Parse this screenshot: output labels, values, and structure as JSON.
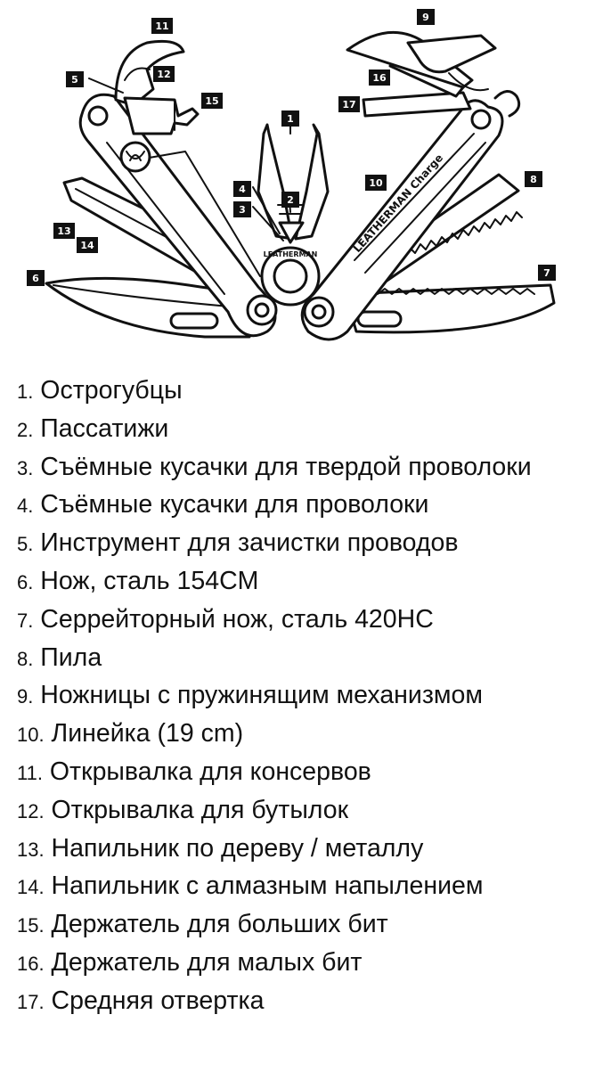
{
  "diagram": {
    "engraving_handle": "LEATHERMAN Charge",
    "engraving_pivot": "LEATHERMAN",
    "callouts": [
      {
        "id": "1",
        "label": "1"
      },
      {
        "id": "2",
        "label": "2"
      },
      {
        "id": "3",
        "label": "3"
      },
      {
        "id": "4",
        "label": "4"
      },
      {
        "id": "5",
        "label": "5"
      },
      {
        "id": "6",
        "label": "6"
      },
      {
        "id": "7",
        "label": "7"
      },
      {
        "id": "8",
        "label": "8"
      },
      {
        "id": "9",
        "label": "9"
      },
      {
        "id": "10",
        "label": "10"
      },
      {
        "id": "11",
        "label": "11"
      },
      {
        "id": "12",
        "label": "12"
      },
      {
        "id": "13",
        "label": "13"
      },
      {
        "id": "14",
        "label": "14"
      },
      {
        "id": "15",
        "label": "15"
      },
      {
        "id": "16",
        "label": "16"
      },
      {
        "id": "17",
        "label": "17"
      }
    ]
  },
  "legend": [
    {
      "num": "1.",
      "text": "Острогубцы"
    },
    {
      "num": "2.",
      "text": "Пассатижи"
    },
    {
      "num": "3.",
      "text": "Съёмные кусачки для твердой проволоки"
    },
    {
      "num": "4.",
      "text": "Съёмные кусачки для проволоки"
    },
    {
      "num": "5.",
      "text": "Инструмент для зачистки проводов"
    },
    {
      "num": "6.",
      "text": "Нож, сталь 154CM"
    },
    {
      "num": "7.",
      "text": "Серрейторный нож, сталь 420HC"
    },
    {
      "num": "8.",
      "text": "Пила"
    },
    {
      "num": "9.",
      "text": "Ножницы с пружинящим механизмом"
    },
    {
      "num": "10.",
      "text": "Линейка (19 cm)"
    },
    {
      "num": "11.",
      "text": "Открывалка для консервов"
    },
    {
      "num": "12.",
      "text": "Открывалка для бутылок"
    },
    {
      "num": "13.",
      "text": "Напильник по дереву / металлу"
    },
    {
      "num": "14.",
      "text": "Напильник с алмазным напылением"
    },
    {
      "num": "15.",
      "text": "Держатель для больших бит"
    },
    {
      "num": "16.",
      "text": "Держатель для малых бит"
    },
    {
      "num": "17.",
      "text": "Средняя отвертка"
    }
  ]
}
